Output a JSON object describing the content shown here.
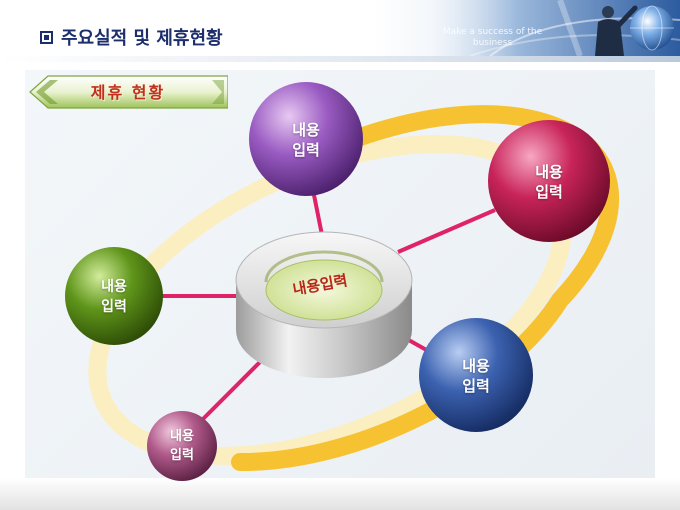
{
  "page": {
    "title": "주요실적 및 제휴현황",
    "banner_slogan": "Make a success of the business"
  },
  "section": {
    "label": "제휴 현황"
  },
  "diagram": {
    "center_label": "내용입력",
    "nodes": [
      {
        "id": "top",
        "line1": "내용",
        "line2": "입력",
        "color": "#7a3ea0"
      },
      {
        "id": "right",
        "line1": "내용",
        "line2": "입력",
        "color": "#b01848"
      },
      {
        "id": "left",
        "line1": "내용",
        "line2": "입력",
        "color": "#4d7f10"
      },
      {
        "id": "bottom-right",
        "line1": "내용",
        "line2": "입력",
        "color": "#2a4d98"
      },
      {
        "id": "bottom-left",
        "line1": "내용",
        "line2": "입력",
        "color": "#a04b78"
      }
    ],
    "connector_color": "#e0226a",
    "ring_color": "#f6c232"
  }
}
